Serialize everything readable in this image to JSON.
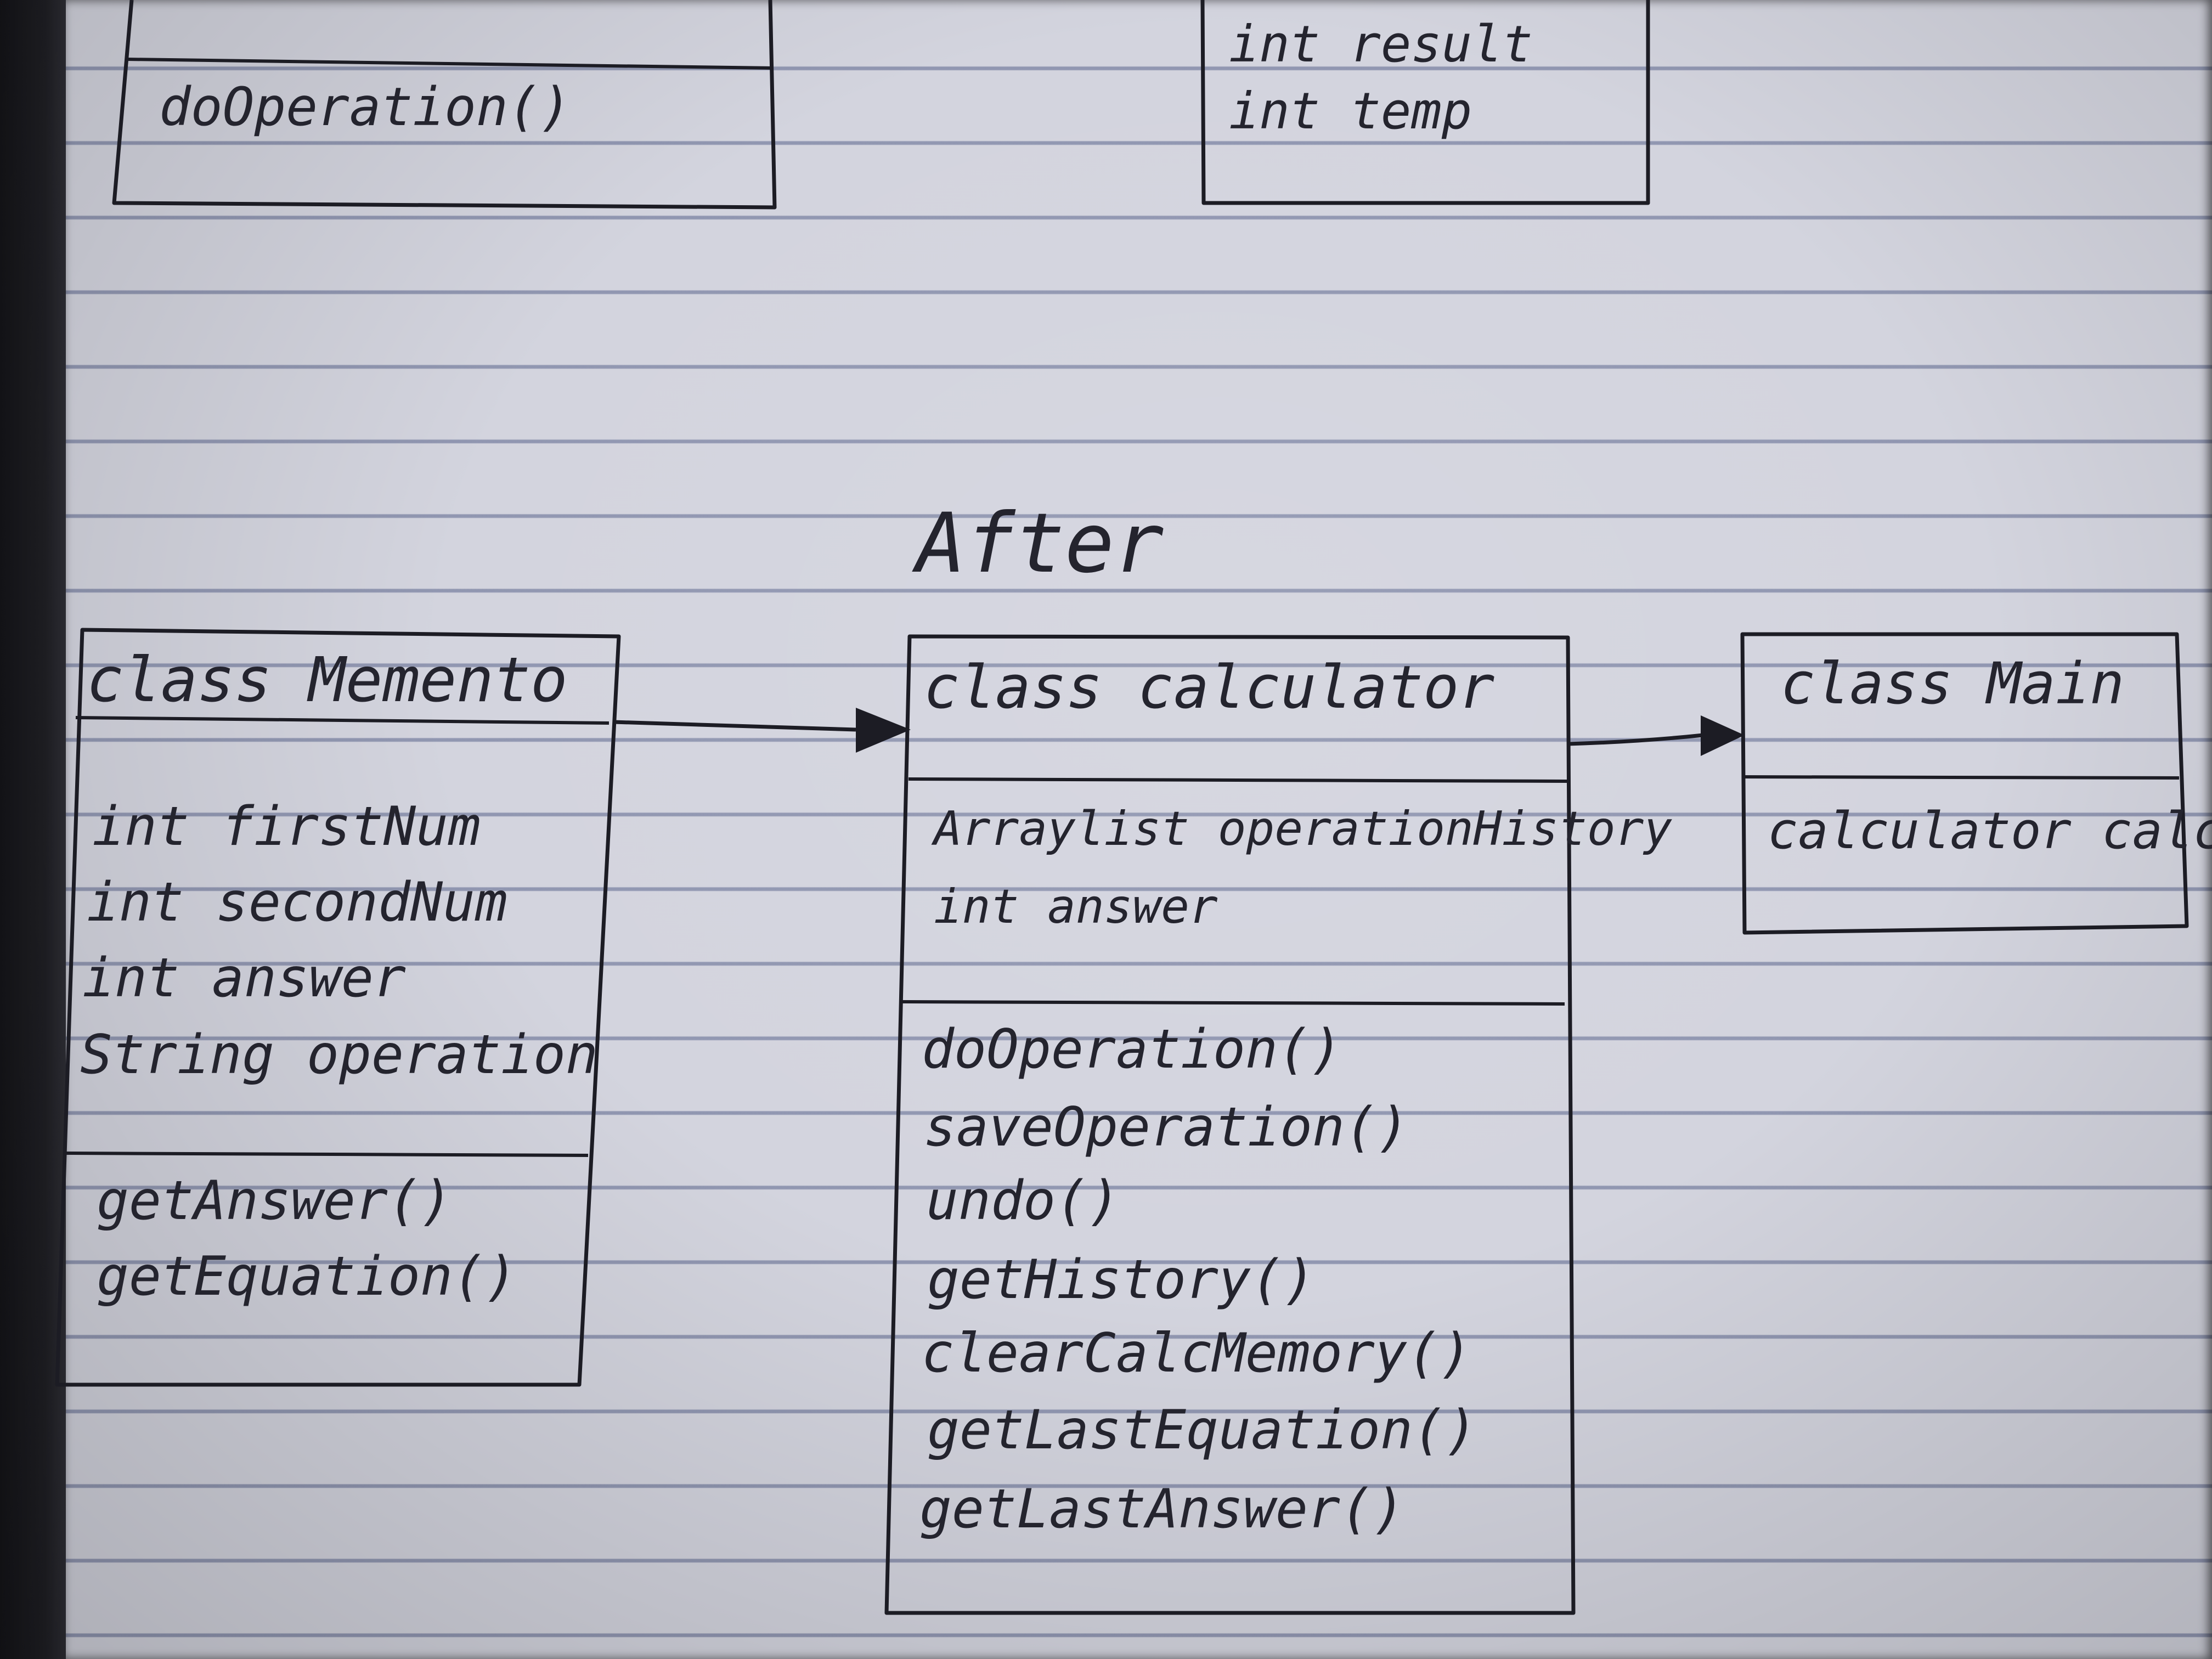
{
  "heading": "After",
  "top_fragment": {
    "left_box_method": "doOperation()",
    "right_box_fields": [
      "int result",
      "int temp"
    ]
  },
  "classes": {
    "memento": {
      "name": "class Memento",
      "fields": [
        "int firstNum",
        "int secondNum",
        "int answer",
        "String operation"
      ],
      "methods": [
        "getAnswer()",
        "getEquation()"
      ]
    },
    "calculator": {
      "name": "class calculator",
      "fields": [
        "Arraylist operationHistory",
        "int answer"
      ],
      "methods": [
        "doOperation()",
        "saveOperation()",
        "undo()",
        "getHistory()",
        "clearCalcMemory()",
        "getLastEquation()",
        "getLastAnswer()"
      ]
    },
    "main": {
      "name": "class Main",
      "fields": [
        "calculator calc"
      ]
    }
  },
  "colors": {
    "ink": "#1c1c24",
    "paper": "#d3d4de",
    "rule_lines": "#5a648c"
  }
}
